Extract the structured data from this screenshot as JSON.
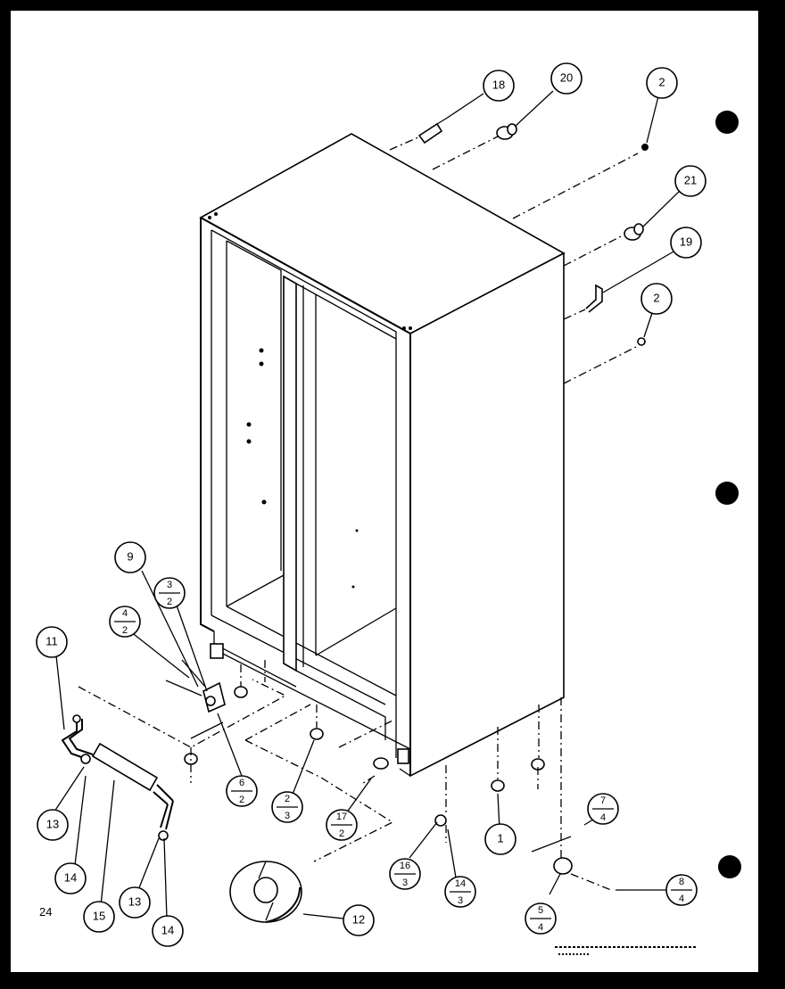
{
  "diagram": {
    "page_number": "24",
    "callouts": [
      {
        "id": "c18",
        "label": "18"
      },
      {
        "id": "c20",
        "label": "20"
      },
      {
        "id": "c2a",
        "label": "2"
      },
      {
        "id": "c21",
        "label": "21"
      },
      {
        "id": "c19",
        "label": "19"
      },
      {
        "id": "c2b",
        "label": "2"
      },
      {
        "id": "c9",
        "label": "9"
      },
      {
        "id": "c11",
        "label": "11"
      },
      {
        "id": "c13a",
        "label": "13"
      },
      {
        "id": "c14a",
        "label": "14"
      },
      {
        "id": "c15",
        "label": "15"
      },
      {
        "id": "c13b",
        "label": "13"
      },
      {
        "id": "c14b",
        "label": "14"
      },
      {
        "id": "c12",
        "label": "12"
      },
      {
        "id": "c1",
        "label": "1"
      }
    ],
    "fraction_callouts": [
      {
        "id": "f3_2",
        "top": "3",
        "bottom": "2"
      },
      {
        "id": "f4_2",
        "top": "4",
        "bottom": "2"
      },
      {
        "id": "f6_2",
        "top": "6",
        "bottom": "2"
      },
      {
        "id": "f2_3",
        "top": "2",
        "bottom": "3"
      },
      {
        "id": "f17_2",
        "top": "17",
        "bottom": "2"
      },
      {
        "id": "f16_3",
        "top": "16",
        "bottom": "3"
      },
      {
        "id": "f14_3",
        "top": "14",
        "bottom": "3"
      },
      {
        "id": "f7_4",
        "top": "7",
        "bottom": "4"
      },
      {
        "id": "f8_4",
        "top": "8",
        "bottom": "4"
      },
      {
        "id": "f5_4",
        "top": "5",
        "bottom": "4"
      }
    ]
  }
}
